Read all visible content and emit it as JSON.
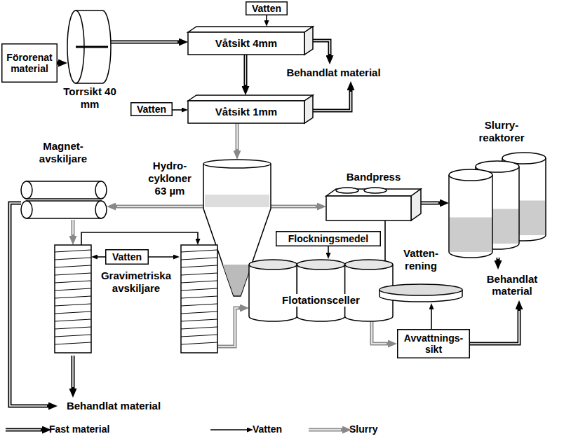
{
  "diagram": {
    "nodes": [
      {
        "text": [
          "Förorenat material"
        ]
      },
      {
        "text": [
          "Torrsikt 40 mm"
        ]
      },
      {
        "text": [
          "Vatten"
        ]
      },
      {
        "text": [
          "Våtsikt 4mm"
        ]
      },
      {
        "text": [
          "Behandlat material"
        ]
      },
      {
        "text": [
          "Vatten"
        ]
      },
      {
        "text": [
          "Våtsikt 1mm"
        ]
      },
      {
        "text": [
          "Magnet- avskiljare"
        ]
      },
      {
        "text": [
          "Hydro- cykloner 63 µm"
        ]
      },
      {
        "text": [
          "Bandpress"
        ]
      },
      {
        "text": [
          "Slurry- reaktorer"
        ]
      },
      {
        "text": [
          "Vatten"
        ]
      },
      {
        "text": [
          "Gravimetriska avskiljare"
        ]
      },
      {
        "text": [
          "Flockningsmedel"
        ]
      },
      {
        "text": [
          "Flotationsceller"
        ]
      },
      {
        "text": [
          "Vatten- rening"
        ]
      },
      {
        "text": [
          "Behandlat material"
        ]
      },
      {
        "text": [
          "Avvattnings- sikt"
        ]
      },
      {
        "text": [
          "Behandlat material"
        ]
      }
    ],
    "edges": [
      {
        "from": 0,
        "to": 1,
        "arrow": "to"
      },
      {
        "from": 1,
        "to": 3,
        "arrow": "to"
      },
      {
        "from": 2,
        "to": 3,
        "arrow": "to"
      },
      {
        "from": 3,
        "to": 4,
        "arrow": "to"
      },
      {
        "from": 3,
        "to": 6,
        "arrow": "to"
      },
      {
        "from": 5,
        "to": 6,
        "arrow": "to"
      },
      {
        "from": 6,
        "to": 4,
        "arrow": "to"
      },
      {
        "from": 6,
        "to": 8,
        "arrow": "to"
      },
      {
        "from": 8,
        "to": 7,
        "arrow": "to"
      },
      {
        "from": 8,
        "to": 9,
        "arrow": "to"
      },
      {
        "from": 9,
        "to": 10,
        "arrow": "to"
      },
      {
        "from": 9,
        "to": 15,
        "arrow": "to"
      },
      {
        "from": 10,
        "to": 16,
        "arrow": "to"
      },
      {
        "from": 7,
        "to": 12,
        "arrow": "to"
      },
      {
        "from": 7,
        "to": 18,
        "arrow": "to"
      },
      {
        "from": 11,
        "to": 12,
        "arrow": "to"
      },
      {
        "from": 11,
        "to": 12,
        "arrow": "to"
      },
      {
        "from": 12,
        "to": 18,
        "arrow": "to"
      },
      {
        "from": 12,
        "to": 14,
        "arrow": "to"
      },
      {
        "from": 13,
        "to": 14,
        "arrow": "to"
      },
      {
        "from": 14,
        "to": 17,
        "arrow": "to"
      },
      {
        "from": 17,
        "to": 15,
        "arrow": "to"
      },
      {
        "from": 17,
        "to": 16,
        "arrow": "to"
      }
    ],
    "legend": [
      {
        "text": "Fast material"
      },
      {
        "text": "Vatten"
      },
      {
        "text": "Slurry"
      }
    ]
  }
}
